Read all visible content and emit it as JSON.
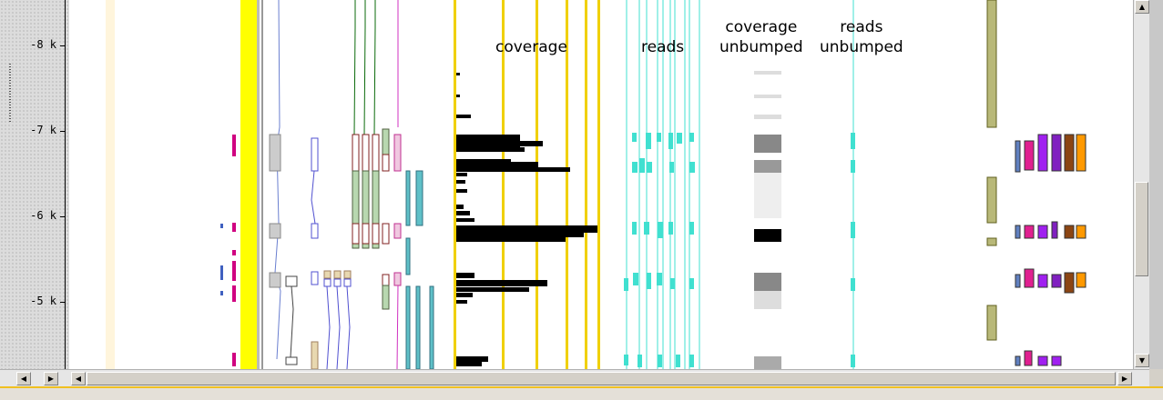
{
  "ruler": {
    "ticks": [
      {
        "label": "-8 k",
        "value": -8
      },
      {
        "label": "-7 k",
        "value": -7
      },
      {
        "label": "-6 k",
        "value": -6
      },
      {
        "label": "-5 k",
        "value": -5
      }
    ]
  },
  "tracks": {
    "coverage_label": "coverage",
    "reads_label": "reads",
    "coverage_unbumped_label": "coverage\nunbumped",
    "reads_unbumped_label": "reads\nunbumped"
  },
  "colors": {
    "yellow_strip": "#ffff00",
    "coverage_bar": "#000000",
    "reads_line": "#40e0d0",
    "gold_line": "#f0d000",
    "magenta_feature": "#d00080",
    "gray_box": "#cccccc",
    "olive_bar": "#b8b878",
    "teal_box": "#5fc0c8"
  },
  "icons": {
    "up": "arrow-up-icon",
    "down": "arrow-down-icon",
    "left": "arrow-left-icon",
    "right": "arrow-right-icon"
  }
}
